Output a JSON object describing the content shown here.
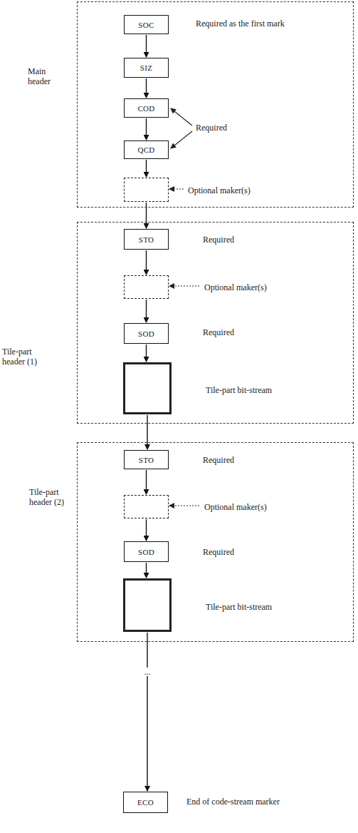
{
  "diagram": {
    "nodes": [
      {
        "text": [
          "Main header"
        ]
      },
      {
        "text": [
          "SOC"
        ],
        "in": 0
      },
      {
        "text": [
          "SIZ"
        ],
        "in": 0
      },
      {
        "text": [
          "COD"
        ],
        "in": 0
      },
      {
        "text": [
          "QCD"
        ],
        "in": 0
      },
      {
        "text": [
          "Optional maker(s)"
        ],
        "in": 0
      },
      {
        "text": [
          "Tile-part header (1)"
        ]
      },
      {
        "text": [
          "STO"
        ],
        "in": 6
      },
      {
        "text": [
          "Optional maker(s)"
        ],
        "in": 6
      },
      {
        "text": [
          "SOD"
        ],
        "in": 6
      },
      {
        "text": [
          "Tile-part bit-stream"
        ],
        "in": 6
      },
      {
        "text": [
          "Tile-part header (2)"
        ]
      },
      {
        "text": [
          "STO"
        ],
        "in": 11
      },
      {
        "text": [
          "Optional maker(s)"
        ],
        "in": 11
      },
      {
        "text": [
          "SOD"
        ],
        "in": 11
      },
      {
        "text": [
          "Tile-part bit-stream"
        ],
        "in": 11
      },
      {
        "text": [
          "ECO"
        ]
      }
    ],
    "edges": [
      {
        "from": 1,
        "to": 2,
        "arrow": "to"
      },
      {
        "from": 2,
        "to": 3,
        "arrow": "to"
      },
      {
        "from": 3,
        "to": 4,
        "arrow": "to"
      },
      {
        "from": 4,
        "to": 5,
        "arrow": "to"
      },
      {
        "from": 5,
        "to": 7,
        "arrow": "to"
      },
      {
        "from": 7,
        "to": 8,
        "arrow": "to"
      },
      {
        "from": 8,
        "to": 9,
        "arrow": "to"
      },
      {
        "from": 9,
        "to": 10,
        "arrow": "to"
      },
      {
        "from": 10,
        "to": 12,
        "arrow": "to"
      },
      {
        "from": 12,
        "to": 13,
        "arrow": "to"
      },
      {
        "from": 13,
        "to": 14,
        "arrow": "to"
      },
      {
        "from": 14,
        "to": 15,
        "arrow": "to"
      },
      {
        "from": 15,
        "to": 16,
        "label": "...",
        "arrow": "to"
      }
    ],
    "labels": [
      "Required as the first mark",
      "Required",
      "Required",
      "Required",
      "Required",
      "Required",
      "End of code-stream marker"
    ]
  }
}
